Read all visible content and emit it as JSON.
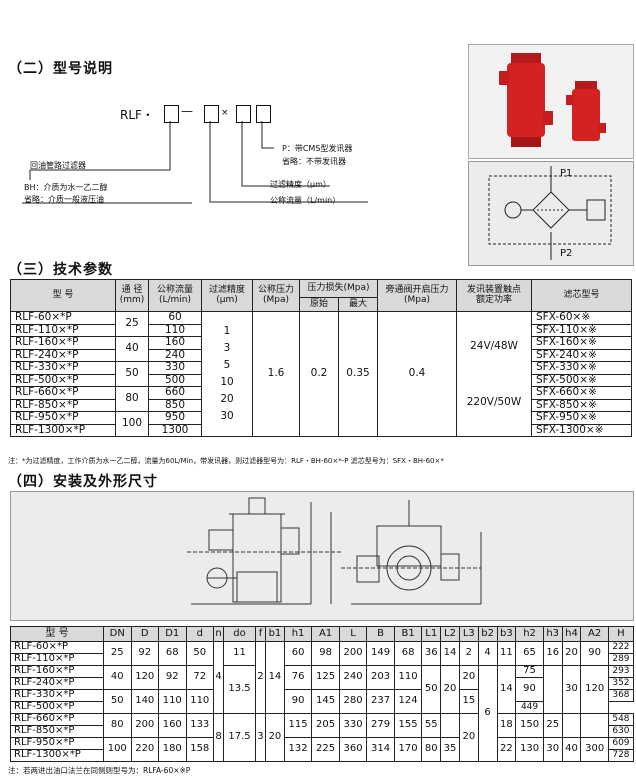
{
  "s2": {
    "title": "（二）型号说明",
    "code_prefix": "RLF・",
    "code_dash": "—",
    "code_times": "×",
    "label_p1": "P：带CMS型发讯器",
    "label_p2": "省略：不带发讯器",
    "label_precision": "过滤精度（μm）",
    "label_flow": "公称流量（L/min）",
    "label_name": "回油管路过滤器",
    "label_bh": "BH：介质为水一乙二醇",
    "label_omit": "省略：介质一般液压油",
    "sym_p1": "P1",
    "sym_p2": "P2"
  },
  "s3": {
    "title": "（三）技术参数",
    "headers": {
      "model": "型 号",
      "bore": "通 径",
      "bore_unit": "(mm)",
      "flow": "公称流量",
      "flow_unit": "(L/min)",
      "precision": "过滤精度",
      "precision_unit": "(μm)",
      "pressure": "公称压力",
      "pressure_unit": "(Mpa)",
      "loss": "压力损失(Mpa)",
      "loss_initial": "原始",
      "loss_max": "最大",
      "bypass": "旁通阀开启压力",
      "bypass_unit": "(Mpa)",
      "signal": "发讯装置触点",
      "signal2": "额定功率",
      "element": "滤芯型号"
    },
    "models": [
      "RLF-60×*P",
      "RLF-110×*P",
      "RLF-160×*P",
      "RLF-240×*P",
      "RLF-330×*P",
      "RLF-500×*P",
      "RLF-660×*P",
      "RLF-850×*P",
      "RLF-950×*P",
      "RLF-1300×*P"
    ],
    "flows": [
      "60",
      "110",
      "160",
      "240",
      "330",
      "500",
      "660",
      "850",
      "950",
      "1300"
    ],
    "elements": [
      "SFX-60×※",
      "SFX-110×※",
      "SFX-160×※",
      "SFX-240×※",
      "SFX-330×※",
      "SFX-500×※",
      "SFX-660×※",
      "SFX-850×※",
      "SFX-950×※",
      "SFX-1300×※"
    ],
    "bores": [
      "25",
      "40",
      "50",
      "80",
      "100"
    ],
    "precisions": [
      "1",
      "3",
      "5",
      "10",
      "20",
      "30"
    ],
    "pressure": "1.6",
    "loss_initial": "0.2",
    "loss_max": "0.35",
    "bypass": "0.4",
    "power1": "24V/48W",
    "power2": "220V/50W",
    "note": "注：*为过滤精度，工作介质为水一乙二醇，流量为60L/Min，带发讯器，则过滤器型号为：RLF・BH-60×*-P    滤芯型号为：SFX・BH-60×*"
  },
  "s4": {
    "title": "（四）安装及外形尺寸",
    "headers": [
      "型 号",
      "DN",
      "D",
      "D1",
      "d",
      "n",
      "do",
      "f",
      "b1",
      "h1",
      "A1",
      "L",
      "B",
      "B1",
      "L1",
      "L2",
      "L3",
      "b2",
      "b3",
      "h2",
      "h3",
      "h4",
      "A2",
      "H"
    ],
    "rows": [
      {
        "model": "RLF-60×*P",
        "DN": "25",
        "D": "92",
        "D1": "68",
        "d": "50",
        "do": "11",
        "h1": "60",
        "A1": "98",
        "L": "200",
        "B": "149",
        "B1": "68",
        "L1": "36",
        "L2": "14",
        "L3": "2",
        "b2": "4",
        "b3": "11",
        "h2": "65",
        "h3": "16",
        "h4": "20",
        "A2": "90",
        "H": "222"
      },
      {
        "model": "RLF-110×*P",
        "H": "289"
      },
      {
        "model": "RLF-160×*P",
        "DN": "40",
        "D": "120",
        "D1": "92",
        "d": "72",
        "n": "4",
        "h1": "76",
        "A1": "125",
        "L": "240",
        "B": "203",
        "B1": "110",
        "L3": "20",
        "h2": "75",
        "H": "293"
      },
      {
        "model": "RLF-240×*P",
        "H": "352"
      },
      {
        "model": "RLF-330×*P",
        "DN": "50",
        "D": "140",
        "D1": "110",
        "d": "110",
        "do": "13.5",
        "f": "2",
        "b1": "14",
        "h1": "90",
        "A1": "145",
        "L": "280",
        "B": "237",
        "B1": "124",
        "L1": "50",
        "L2": "20",
        "L3": "15",
        "b3": "14",
        "h2": "90",
        "h4": "30",
        "A2": "120",
        "H": "368"
      },
      {
        "model": "RLF-500×*P",
        "H": "449"
      },
      {
        "model": "RLF-660×*P",
        "DN": "80",
        "D": "200",
        "D1": "160",
        "d": "133",
        "h1": "115",
        "A1": "205",
        "L": "330",
        "B": "279",
        "B1": "155",
        "L1": "55",
        "b2": "6",
        "b3": "18",
        "h2": "150",
        "h3": "25",
        "H": "548"
      },
      {
        "model": "RLF-850×*P",
        "H": "630"
      },
      {
        "model": "RLF-950×*P",
        "DN": "100",
        "D": "220",
        "D1": "180",
        "d": "158",
        "n": "8",
        "do": "17.5",
        "f": "3",
        "b1": "20",
        "h1": "132",
        "A1": "225",
        "L": "360",
        "B": "314",
        "B1": "170",
        "L1": "80",
        "L2": "35",
        "L3": "20",
        "b3": "22",
        "h2": "130",
        "h3": "30",
        "h4": "40",
        "A2": "300",
        "H": "609"
      },
      {
        "model": "RLF-1300×*P",
        "H": "728"
      }
    ],
    "note": "注：若两进出油口法兰在同侧则型号为：RLFA-60×※P"
  }
}
